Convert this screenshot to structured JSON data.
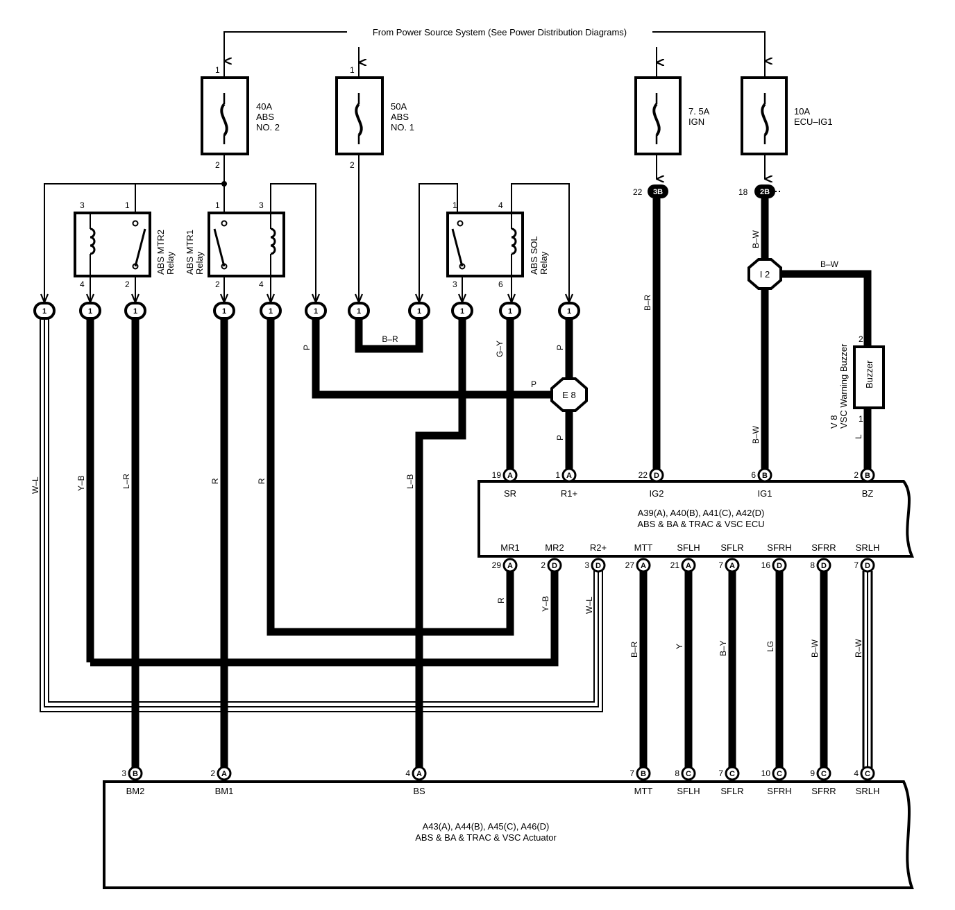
{
  "header": {
    "source_text": "From Power Source System (See Power Distribution Diagrams)"
  },
  "fuses": [
    {
      "id": "abs2",
      "lines": [
        "40A",
        "ABS",
        "NO. 2"
      ],
      "pin_in": "1",
      "pin_out": "2"
    },
    {
      "id": "abs1",
      "lines": [
        "50A",
        "ABS",
        "NO. 1"
      ],
      "pin_in": "1",
      "pin_out": "2"
    },
    {
      "id": "ign",
      "lines": [
        "7. 5A",
        "IGN"
      ],
      "pin_in": "",
      "pin_out": ""
    },
    {
      "id": "ecu",
      "lines": [
        "10A",
        "ECU–IG1"
      ],
      "pin_in": "",
      "pin_out": ""
    }
  ],
  "junctions": {
    "ig": {
      "code": "3B",
      "pin": "22"
    },
    "ecu": {
      "code": "2B",
      "pin": "18"
    },
    "i2": {
      "label": "I 2"
    },
    "e8": {
      "label": "E 8"
    }
  },
  "relays": [
    {
      "id": "mtr2",
      "lines": [
        "ABS MTR2",
        "Relay"
      ],
      "pins": [
        "3",
        "1",
        "4",
        "2"
      ]
    },
    {
      "id": "mtr1",
      "lines": [
        "ABS MTR1",
        "Relay"
      ],
      "pins": [
        "1",
        "3",
        "2",
        "4"
      ]
    },
    {
      "id": "sol",
      "lines": [
        "ABS SOL",
        "Relay"
      ],
      "pins": [
        "1",
        "4",
        "3",
        "6"
      ]
    }
  ],
  "row_connector_label": "1",
  "wire_colors": {
    "b_r_h": "B–R",
    "p_left": "P",
    "p_mid": "P",
    "p_up": "P",
    "p_down": "P",
    "g_y": "G–Y",
    "w_l_left": "W–L",
    "y_b_left": "Y–B",
    "l_r": "L–R",
    "r1": "R",
    "r2": "R",
    "l_b": "L–B",
    "b_r_ig": "B–R",
    "b_w_a": "B–W",
    "b_w_h": "B–W",
    "b_w_b": "B–W",
    "l_bz": "L",
    "r_mr1": "R",
    "y_b_mr2": "Y–B",
    "w_l_r2": "W–L",
    "b_r_mtt": "B–R",
    "y": "Y",
    "b_y": "B–Y",
    "lg": "LG",
    "b_w_sfrr": "B–W",
    "r_w": "R–W"
  },
  "buzzer": {
    "label": "Buzzer",
    "side_lines": [
      "V 8",
      "VSC Warning Buzzer"
    ],
    "pin_top": "2",
    "pin_bottom": "1"
  },
  "ecu": {
    "name_lines": [
      "A39(A), A40(B), A41(C), A42(D)",
      "ABS & BA & TRAC & VSC ECU"
    ],
    "top_pins": [
      {
        "num": "19",
        "conn": "A",
        "label": "SR"
      },
      {
        "num": "1",
        "conn": "A",
        "label": "R1+"
      },
      {
        "num": "22",
        "conn": "D",
        "label": "IG2"
      },
      {
        "num": "6",
        "conn": "B",
        "label": "IG1"
      },
      {
        "num": "2",
        "conn": "B",
        "label": "BZ"
      }
    ],
    "bottom_pins": [
      {
        "num": "29",
        "conn": "A",
        "label": "MR1"
      },
      {
        "num": "2",
        "conn": "D",
        "label": "MR2"
      },
      {
        "num": "3",
        "conn": "D",
        "label": "R2+"
      },
      {
        "num": "27",
        "conn": "A",
        "label": "MTT"
      },
      {
        "num": "21",
        "conn": "A",
        "label": "SFLH"
      },
      {
        "num": "7",
        "conn": "A",
        "label": "SFLR"
      },
      {
        "num": "16",
        "conn": "D",
        "label": "SFRH"
      },
      {
        "num": "8",
        "conn": "D",
        "label": "SFRR"
      },
      {
        "num": "7",
        "conn": "D",
        "label": "SRLH"
      }
    ]
  },
  "actuator": {
    "name_lines": [
      "A43(A), A44(B), A45(C), A46(D)",
      "ABS & BA & TRAC & VSC Actuator"
    ],
    "pins": [
      {
        "num": "3",
        "conn": "B",
        "label": "BM2"
      },
      {
        "num": "2",
        "conn": "A",
        "label": "BM1"
      },
      {
        "num": "4",
        "conn": "A",
        "label": "BS"
      },
      {
        "num": "7",
        "conn": "B",
        "label": "MTT"
      },
      {
        "num": "8",
        "conn": "C",
        "label": "SFLH"
      },
      {
        "num": "7",
        "conn": "C",
        "label": "SFLR"
      },
      {
        "num": "10",
        "conn": "C",
        "label": "SFRH"
      },
      {
        "num": "9",
        "conn": "C",
        "label": "SFRR"
      },
      {
        "num": "4",
        "conn": "C",
        "label": "SRLH"
      }
    ]
  }
}
